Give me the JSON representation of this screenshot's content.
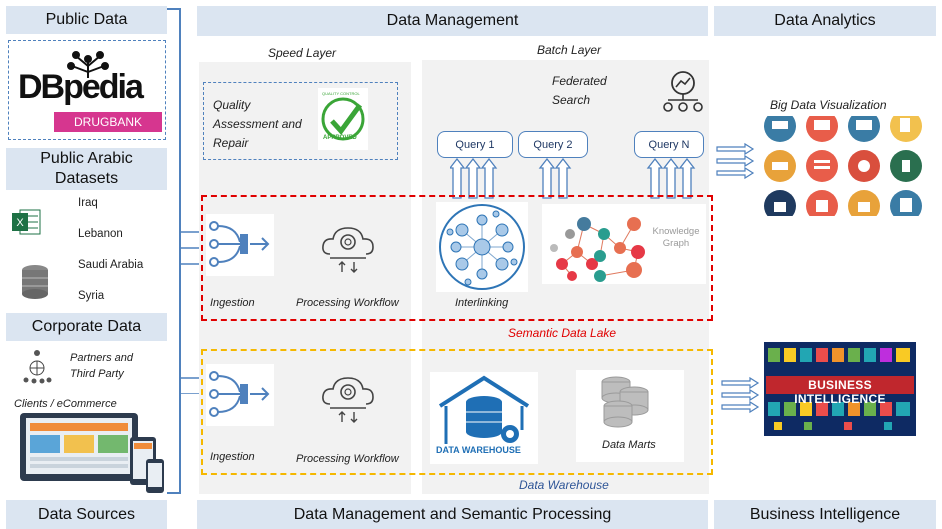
{
  "headers": {
    "public_data": "Public Data",
    "data_management": "Data Management",
    "data_analytics": "Data Analytics",
    "public_arabic_datasets": "Public Arabic Datasets",
    "corporate_data": "Corporate Data",
    "data_sources": "Data Sources",
    "dm_semantic_processing": "Data Management and Semantic Processing",
    "business_intelligence": "Business Intelligence"
  },
  "logos": {
    "dbpedia": "DBpedia",
    "drugbank": "DRUGBANK",
    "approved_stamp": "APPROVED",
    "quality_stamp": "QUALITY CONTROL"
  },
  "arabic_countries": [
    "Iraq",
    "Lebanon",
    "Saudi Arabia",
    "Syria"
  ],
  "corporate": {
    "partners": "Partners and Third Party",
    "clients": "Clients / eCommerce"
  },
  "speed_layer": {
    "title": "Speed Layer",
    "quality": "Quality Assessment and Repair"
  },
  "batch_layer": {
    "title": "Batch Layer",
    "federated": "Federated Search",
    "queries": [
      "Query 1",
      "Query 2",
      "Query N"
    ]
  },
  "semantic_lake": {
    "ingestion": "Ingestion",
    "processing": "Processing  Workflow",
    "interlinking": "Interlinking",
    "kg_label": "Knowledge Graph",
    "label": "Semantic Data Lake"
  },
  "warehouse": {
    "ingestion": "Ingestion",
    "processing": "Processing  Workflow",
    "dw_logo": "DATA WAREHOUSE",
    "marts": "Data Marts",
    "label": "Data Warehouse"
  },
  "analytics": {
    "viz": "Big Data Visualization",
    "bi_banner": "BUSINESS INTELLIGENCE"
  },
  "colors": {
    "header_bg": "#dbe5f1",
    "blue": "#4f81bd",
    "red": "#e00000",
    "yellow": "#f5b800",
    "panel": "#f2f2f2"
  }
}
